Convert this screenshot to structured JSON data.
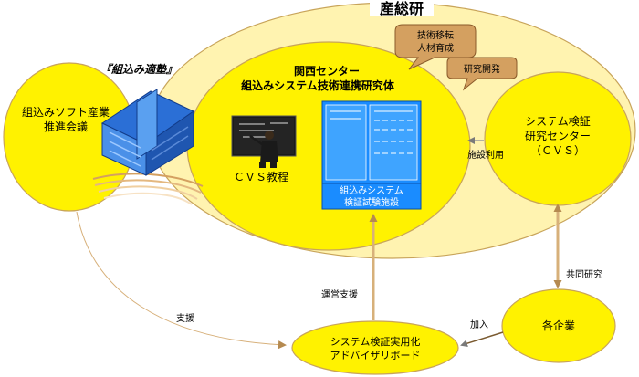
{
  "aist": {
    "title": "産総研"
  },
  "kansai": {
    "line1": "関西センター",
    "line2": "組込みシステム技術連携研究体"
  },
  "juku": {
    "label": "『組込み適塾』"
  },
  "cvs_course": {
    "label": "ＣＶＳ教程"
  },
  "test_facility": {
    "line1": "組込みシステム",
    "line2": "検証試験施設"
  },
  "cvs_center": {
    "line1": "システム検証",
    "line2": "研究センター",
    "line3": "（ＣＶＳ）"
  },
  "soft_council": {
    "line1": "組込みソフト産業",
    "line2": "推進会議"
  },
  "companies": {
    "label": "各企業"
  },
  "advisory_board": {
    "line1": "システム検証実用化",
    "line2": "アドバイザリボード"
  },
  "callouts": {
    "tech_transfer": {
      "line1": "技術移転",
      "line2": "人材育成"
    },
    "research_dev": {
      "label": "研究開発"
    }
  },
  "arrows": {
    "facility_use": "施設利用",
    "joint_research": "共同研究",
    "operation_support": "運営支援",
    "support": "支援",
    "join": "加入"
  },
  "colors": {
    "aist_fill": "#FFF3B0",
    "ellipse_fill": "#FFF200",
    "callout_fill": "#D4A060",
    "board_blue": "#1A8CFF",
    "arrow_tan": "#D7B07A",
    "arrow_gray": "#9A9A9A"
  }
}
